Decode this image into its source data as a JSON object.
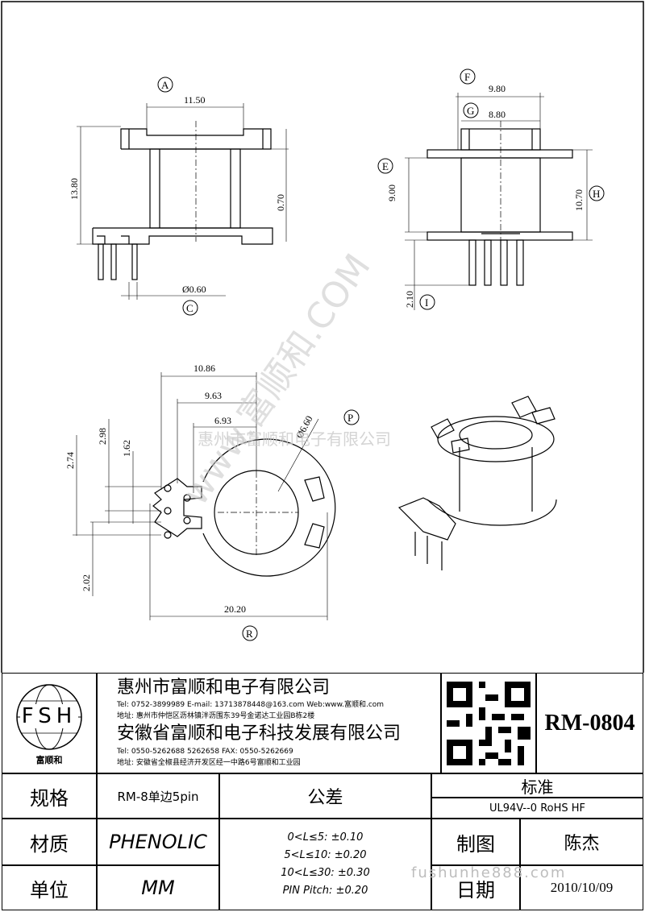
{
  "views": {
    "front": {
      "label_a": "A",
      "label_c": "C",
      "width": "11.50",
      "height": "13.80",
      "wall": "0.70",
      "pin_dia": "Ø0.60"
    },
    "side": {
      "label_f": "F",
      "label_g": "G",
      "label_e": "E",
      "label_h": "H",
      "label_i": "I",
      "outer": "9.80",
      "inner": "8.80",
      "e_height": "9.00",
      "h_height": "10.70",
      "pin_len": "2.10"
    },
    "bottom": {
      "label_p": "P",
      "label_r": "R",
      "d1": "10.86",
      "d2": "9.63",
      "d3": "6.93",
      "dia": "Ø6.60",
      "v1": "2.98",
      "v2": "1.62",
      "v3": "2.74",
      "v4": "2.02",
      "width": "20.20"
    }
  },
  "watermarks": {
    "diag": "www.富顺和.COM",
    "company": "惠州市富顺和电子有限公司",
    "site": "fushunhe888.com"
  },
  "company": {
    "logo": "FSH",
    "logo_cn": "富顺和",
    "name1": "惠州市富顺和电子有限公司",
    "tel1": "Tel:   0752-3899989   E-mail: 13713878448@163.com   Web:www.富顺和.com",
    "addr1": "地址: 惠州市仲恺区沥林镇泮沥围东39号金诺达工业园B栋2楼",
    "name2": "安徽省富顺和电子科技发展有限公司",
    "tel2": "Tel:    0550-5262688  5262658      FAX: 0550-5262669",
    "addr2": "地址: 安徽省全椒县经济开发区经一中路6号富顺和工业园",
    "model": "RM-0804"
  },
  "table": {
    "spec_label": "规格",
    "spec_value": "RM-8单边5pin",
    "material_label": "材质",
    "material_value": "PHENOLIC",
    "unit_label": "单位",
    "unit_value": "MM",
    "tolerance_label": "公差",
    "tolerances": [
      "0<L≤5: ±0.10",
      "5<L≤10: ±0.20",
      "10<L≤30: ±0.30",
      "PIN Pitch: ±0.20"
    ],
    "standard_label": "标准",
    "standard_value": "UL94V--0  RoHS HF",
    "drawer_label": "制图",
    "drawer_value": "陈杰",
    "date_label": "日期",
    "date_value": "2010/10/09"
  }
}
